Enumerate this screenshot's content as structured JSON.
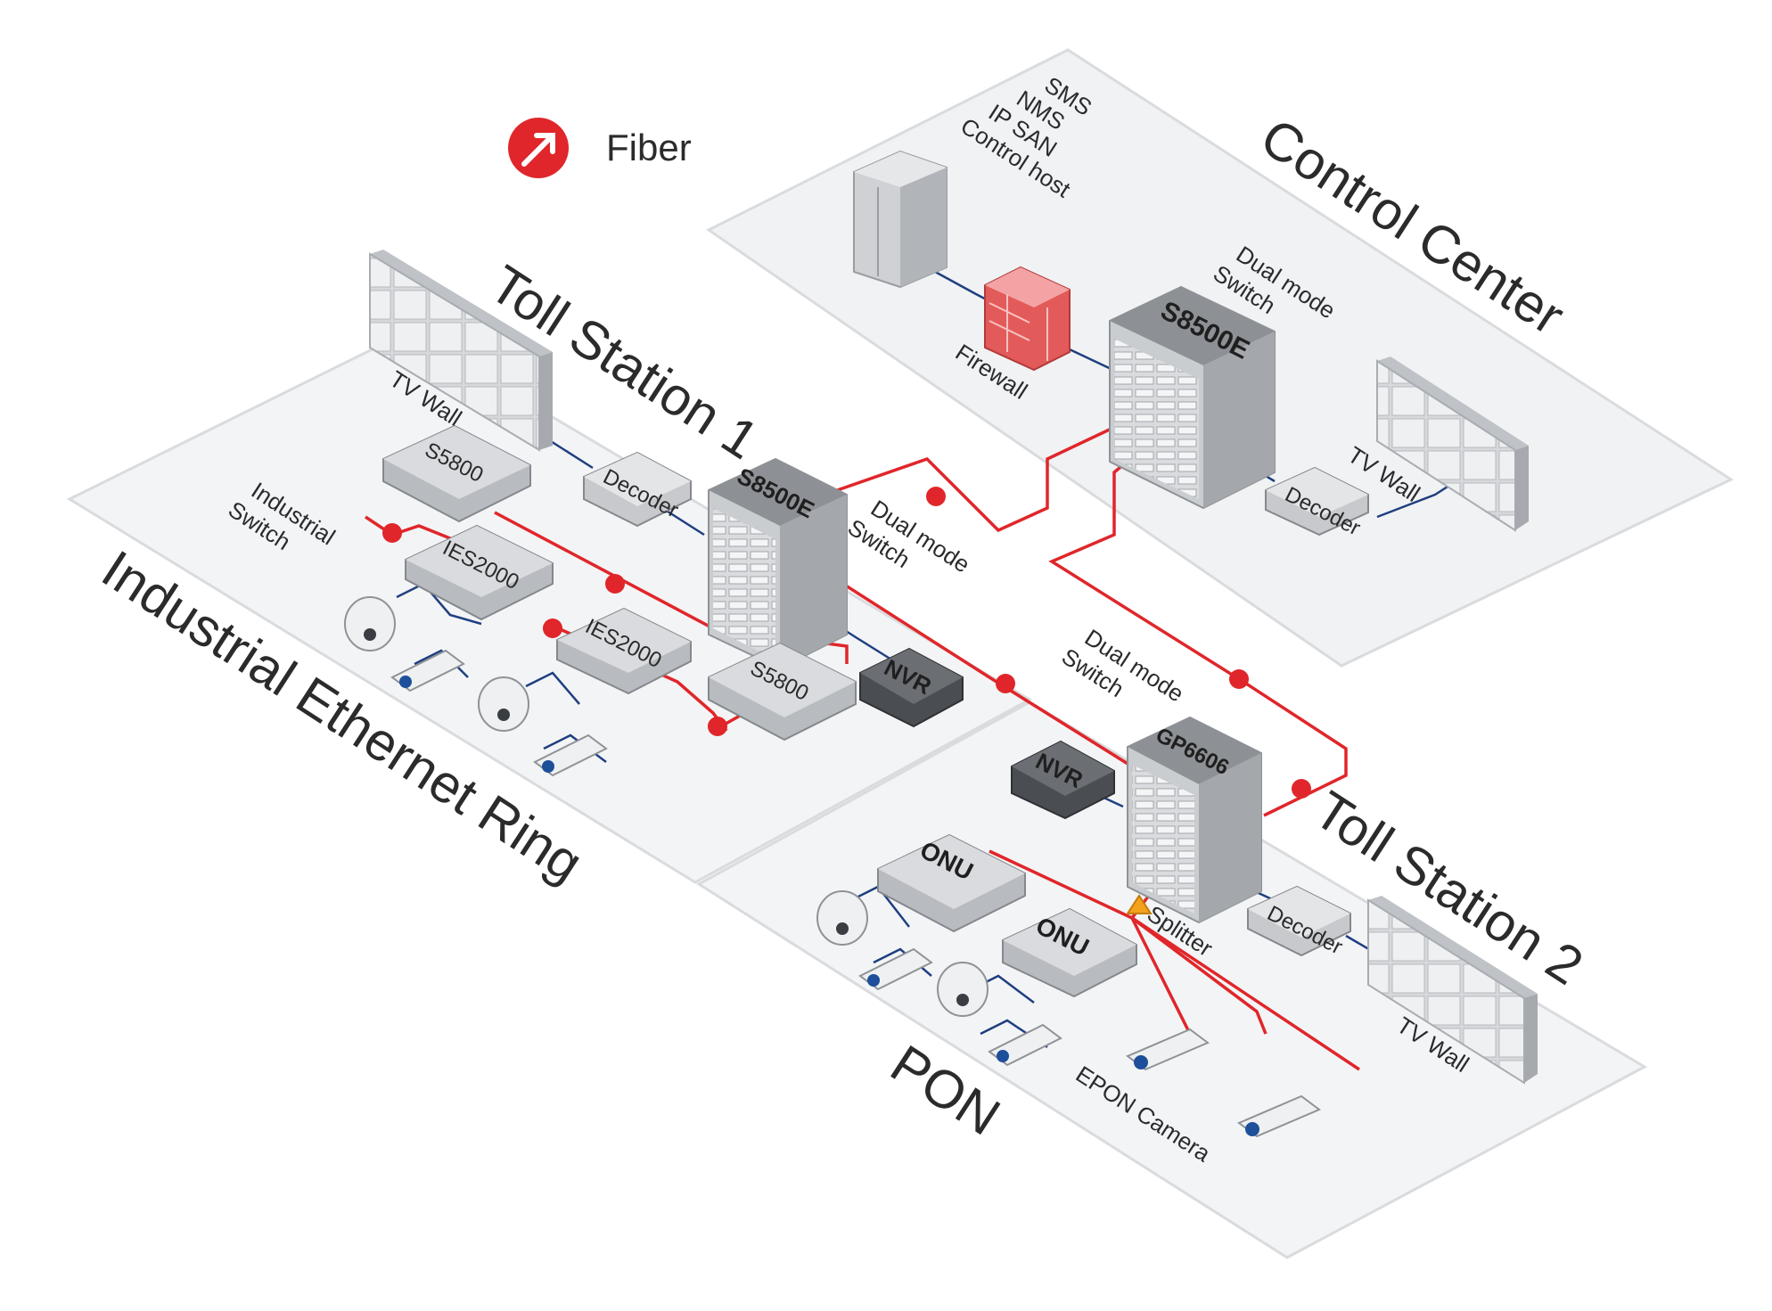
{
  "legend": {
    "label": "Fiber",
    "icon": "fiber-arrow-icon"
  },
  "colors": {
    "fiber": "#e0262a",
    "copper": "#1f3f80",
    "splitter": "#f4a21e",
    "floor": "#f3f4f6",
    "floor_edge": "#d7d9dd"
  },
  "zones": {
    "control_center": "Control Center",
    "toll_station_1": "Toll Station 1",
    "toll_station_2": "Toll Station 2",
    "industrial_ring": "Industrial Ethernet Ring",
    "pon": "PON"
  },
  "control_center": {
    "server_lines": [
      "SMS",
      "NMS",
      "IP SAN",
      "Control host"
    ],
    "firewall": "Firewall",
    "switch_caption_1": "Dual mode",
    "switch_caption_2": "Switch",
    "switch_model": "S8500E",
    "decoder": "Decoder",
    "tv_wall": "TV Wall"
  },
  "toll_station_1": {
    "tv_wall": "TV Wall",
    "decoder": "Decoder",
    "switch_model": "S8500E",
    "switch_caption_1": "Dual mode",
    "switch_caption_2": "Switch",
    "access_1": "S5800",
    "access_2": "S5800",
    "ies_1": "IES2000",
    "ies_2": "IES2000",
    "industrial_caption_1": "Industrial",
    "industrial_caption_2": "Switch",
    "nvr": "NVR"
  },
  "toll_station_2": {
    "olt_model": "GP6606",
    "switch_caption_1": "Dual mode",
    "switch_caption_2": "Switch",
    "nvr": "NVR",
    "onu_1": "ONU",
    "onu_2": "ONU",
    "splitter": "Splitter",
    "decoder": "Decoder",
    "tv_wall": "TV Wall",
    "epon_camera": "EPON Camera"
  }
}
